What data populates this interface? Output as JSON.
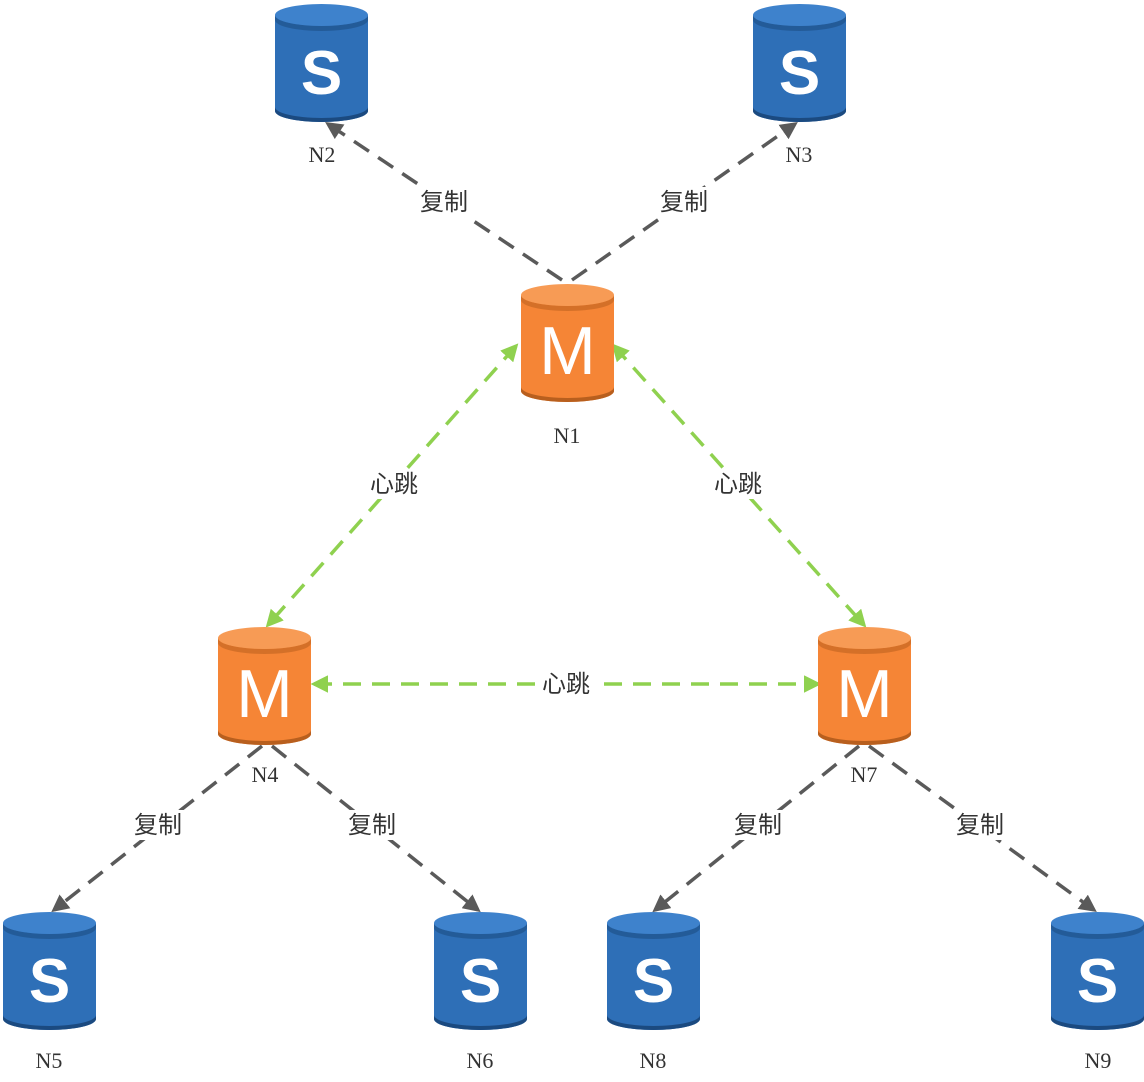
{
  "colors": {
    "master_body": "#F58536",
    "master_dark": "#B85F1E",
    "master_top": "#F79B55",
    "slave_body": "#2E6FB7",
    "slave_dark": "#1B4A80",
    "slave_top": "#3E82CC",
    "replicate_line": "#5A5A5A",
    "heartbeat_line": "#8FD14F",
    "label_bg": "#FFFFFF"
  },
  "nodes": [
    {
      "id": "N1",
      "label": "N1",
      "role": "master",
      "letter": "M"
    },
    {
      "id": "N2",
      "label": "N2",
      "role": "slave",
      "letter": "S"
    },
    {
      "id": "N3",
      "label": "N3",
      "role": "slave",
      "letter": "S"
    },
    {
      "id": "N4",
      "label": "N4",
      "role": "master",
      "letter": "M"
    },
    {
      "id": "N5",
      "label": "N5",
      "role": "slave",
      "letter": "S"
    },
    {
      "id": "N6",
      "label": "N6",
      "role": "slave",
      "letter": "S"
    },
    {
      "id": "N7",
      "label": "N7",
      "role": "master",
      "letter": "M"
    },
    {
      "id": "N8",
      "label": "N8",
      "role": "slave",
      "letter": "S"
    },
    {
      "id": "N9",
      "label": "N9",
      "role": "slave",
      "letter": "S"
    }
  ],
  "edges": [
    {
      "from": "N1",
      "to": "N2",
      "type": "replicate",
      "label": "复制"
    },
    {
      "from": "N1",
      "to": "N3",
      "type": "replicate",
      "label": "复制"
    },
    {
      "from": "N1",
      "to": "N4",
      "type": "heartbeat",
      "label": "心跳"
    },
    {
      "from": "N1",
      "to": "N7",
      "type": "heartbeat",
      "label": "心跳"
    },
    {
      "from": "N4",
      "to": "N7",
      "type": "heartbeat",
      "label": "心跳"
    },
    {
      "from": "N4",
      "to": "N5",
      "type": "replicate",
      "label": "复制"
    },
    {
      "from": "N4",
      "to": "N6",
      "type": "replicate",
      "label": "复制"
    },
    {
      "from": "N7",
      "to": "N8",
      "type": "replicate",
      "label": "复制"
    },
    {
      "from": "N7",
      "to": "N9",
      "type": "replicate",
      "label": "复制"
    }
  ]
}
